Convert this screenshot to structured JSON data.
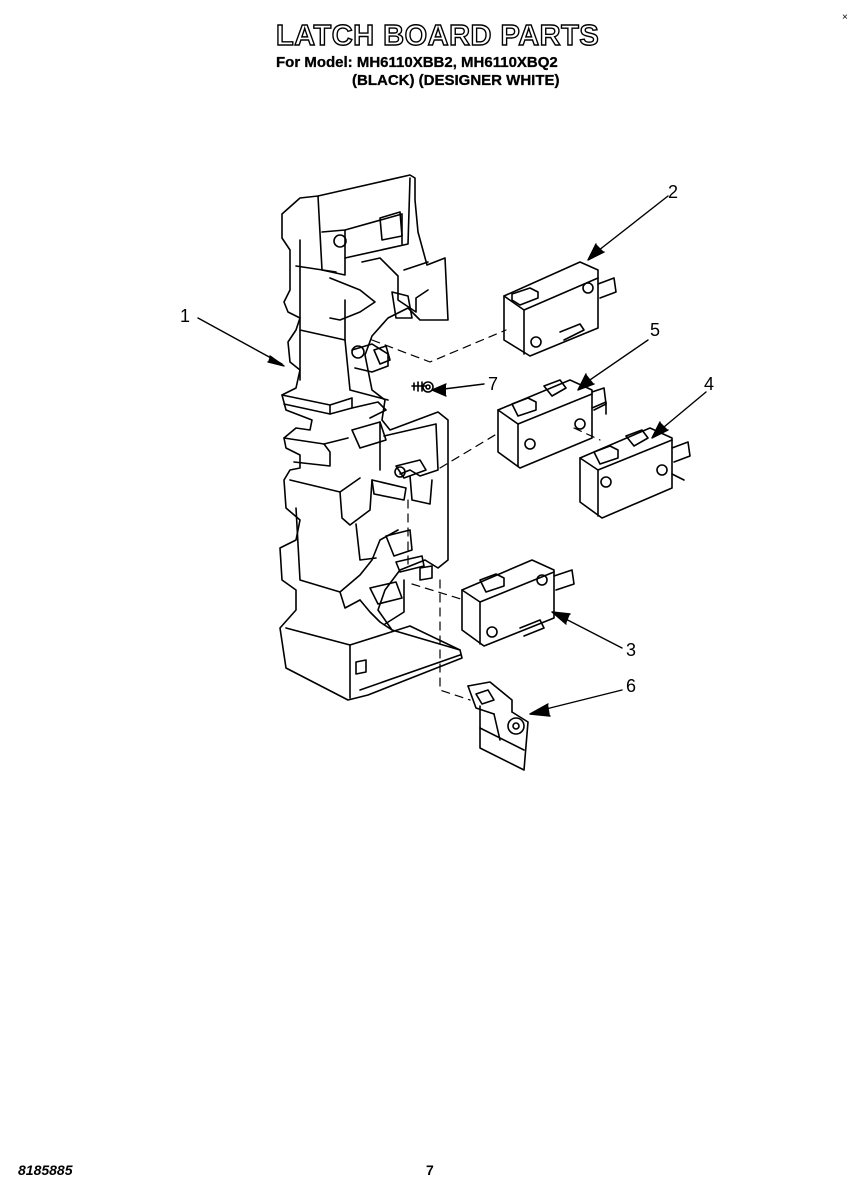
{
  "header": {
    "title": "LATCH BOARD PARTS",
    "model_line": "For Model: MH6110XBB2, MH6110XBQ2",
    "color_line": "(BLACK) (DESIGNER WHITE)",
    "corner_mark": "×"
  },
  "diagram": {
    "callouts": [
      {
        "label": "1"
      },
      {
        "label": "2"
      },
      {
        "label": "3"
      },
      {
        "label": "4"
      },
      {
        "label": "5"
      },
      {
        "label": "6"
      },
      {
        "label": "7"
      }
    ]
  },
  "footer": {
    "doc_number": "8185885",
    "page_number": "7"
  }
}
